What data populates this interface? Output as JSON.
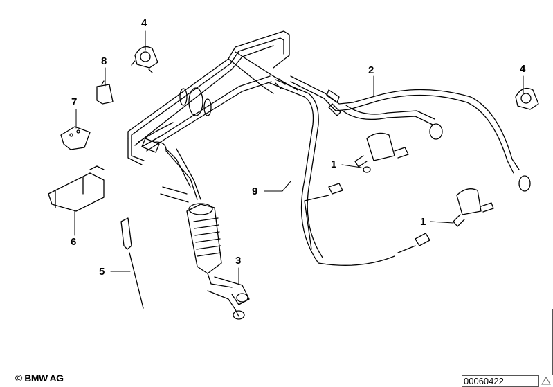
{
  "diagram": {
    "callouts": [
      {
        "id": "callout-4-left",
        "text": "4"
      },
      {
        "id": "callout-8",
        "text": "8"
      },
      {
        "id": "callout-7",
        "text": "7"
      },
      {
        "id": "callout-6",
        "text": "6"
      },
      {
        "id": "callout-5",
        "text": "5"
      },
      {
        "id": "callout-3",
        "text": "3"
      },
      {
        "id": "callout-9",
        "text": "9"
      },
      {
        "id": "callout-1-upper",
        "text": "1"
      },
      {
        "id": "callout-1-lower",
        "text": "1"
      },
      {
        "id": "callout-2",
        "text": "2"
      },
      {
        "id": "callout-4-right",
        "text": "4"
      }
    ],
    "copyright": "© BMW AG",
    "image_code": "00060422"
  }
}
